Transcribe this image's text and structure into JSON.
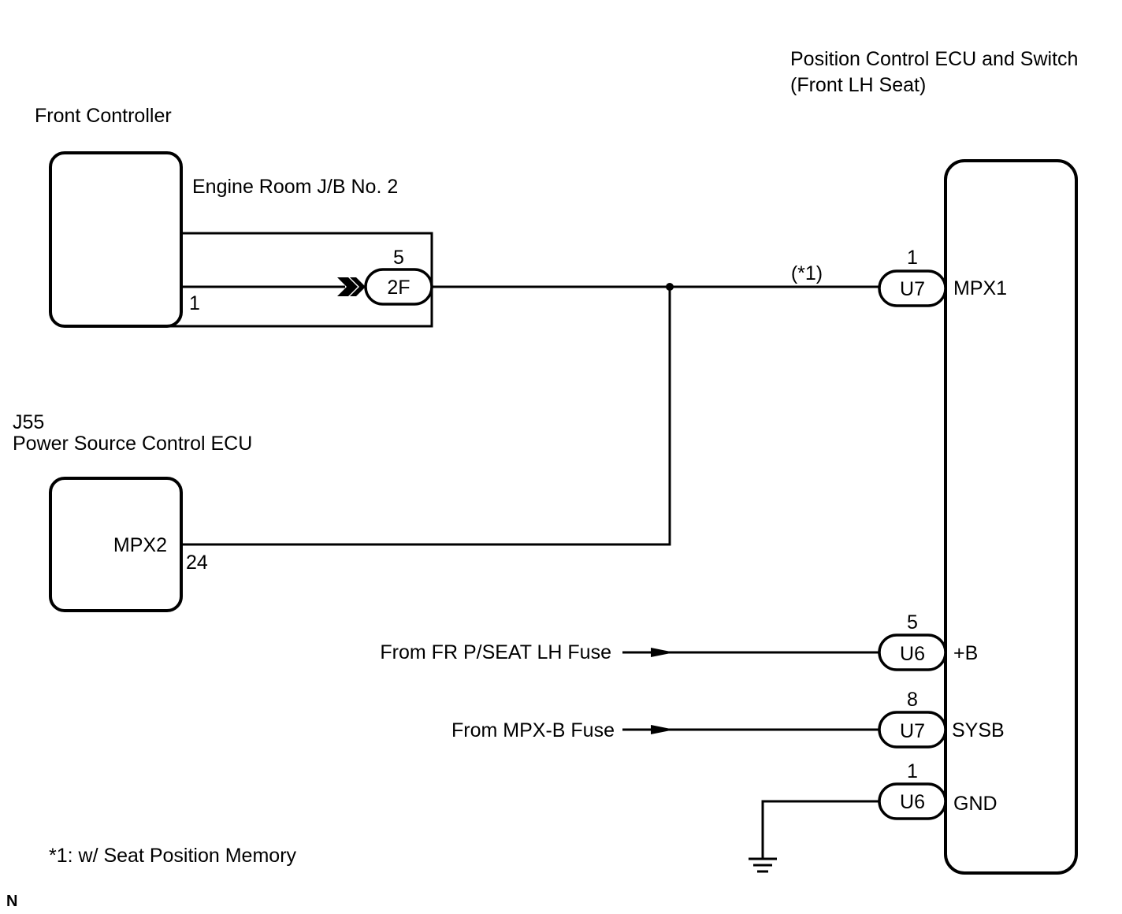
{
  "components": {
    "front_controller": {
      "name": "Front Controller",
      "pin": "1"
    },
    "junction_block": {
      "name": "Engine Room J/B No. 2",
      "connector": "2F",
      "pin": "5"
    },
    "power_source_ecu": {
      "code": "J55",
      "name": "Power Source Control ECU",
      "terminal": "MPX2",
      "pin": "24"
    },
    "position_control_ecu": {
      "name_line1": "Position Control ECU and Switch",
      "name_line2": "(Front LH Seat)",
      "terminals": [
        {
          "connector": "U7",
          "pin": "1",
          "signal": "MPX1"
        },
        {
          "connector": "U6",
          "pin": "5",
          "signal": "+B"
        },
        {
          "connector": "U7",
          "pin": "8",
          "signal": "SYSB"
        },
        {
          "connector": "U6",
          "pin": "1",
          "signal": "GND"
        }
      ]
    }
  },
  "wire_note_ref": "(*1)",
  "sources": {
    "fr_seat_fuse": "From FR P/SEAT LH Fuse",
    "mpxb_fuse": "From MPX-B Fuse"
  },
  "footnote": "*1: w/ Seat Position Memory",
  "corner_code": "N"
}
